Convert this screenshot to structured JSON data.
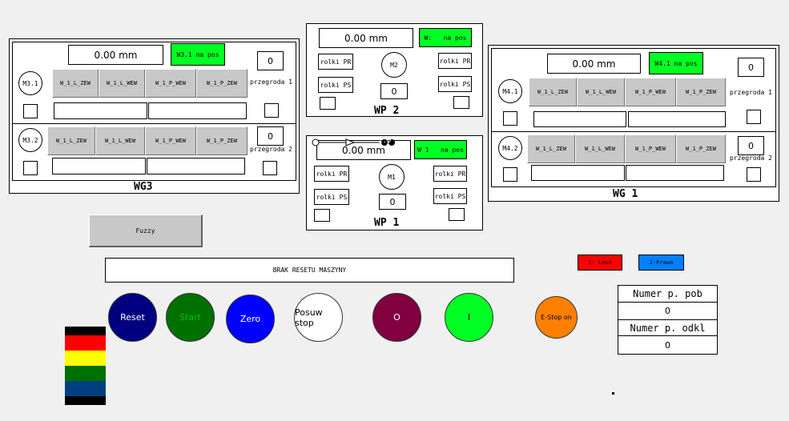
{
  "wg3": {
    "title": "WG3",
    "display": "0.00 mm",
    "status": "W3.1 na pos",
    "top_counter": "0",
    "rows": [
      {
        "motor": "M3.1",
        "buttons": [
          "W_1_L_ZEW",
          "W_1_L_WEW",
          "W_1_P_WEW",
          "W_1_P_ZEW"
        ],
        "label": "przegroda 1"
      },
      {
        "motor": "M3.2",
        "buttons": [
          "W_1_L_ZEW",
          "W_1_L_WEW",
          "W_1_P_WEW",
          "W_1_P_ZEW"
        ],
        "label": "przegroda 2",
        "counter": "0"
      }
    ]
  },
  "wp2": {
    "title": "WP 2",
    "display": "0.00 mm",
    "status": "W:   na pos",
    "motor": "M2",
    "rolki_pr_l": "rolki PR",
    "rolki_ps_l": "rolki PS",
    "rolki_pr_r": "rolki PR",
    "rolki_ps_r": "rolki PS",
    "counter": "0"
  },
  "wp1": {
    "title": "WP 1",
    "display": "0.00 mm",
    "status": "W 1   na pos",
    "overlay": "2.0",
    "motor": "M1",
    "rolki_pr_l": "rolki PR",
    "rolki_ps_l": "rolki PS",
    "rolki_pr_r": "rolki PR",
    "rolki_ps_r": "rolki PS",
    "counter": "0"
  },
  "wg1": {
    "title": "WG 1",
    "display": "0.00 mm",
    "status": "W4.1 na pos",
    "top_counter": "0",
    "rows": [
      {
        "motor": "M4.1",
        "buttons": [
          "W_1_L_ZEW",
          "W_1_L_WEW",
          "W_1_P_WEW",
          "W_1_P_ZEW"
        ],
        "label": "przegroda 1"
      },
      {
        "motor": "M4.2",
        "buttons": [
          "W_1_L_ZEW",
          "W_1_L_WEW",
          "W_1_P_WEW",
          "W_1_P_ZEW"
        ],
        "label": "przegroda 2",
        "counter": "0"
      }
    ]
  },
  "fuzzy_label": "Fuzzy",
  "message": "BRAK RESETU MASZYNY",
  "legend": {
    "left": "1- Lewa",
    "right": "2-Prawa",
    "left_color": "#ff0000",
    "right_color": "#0080ff"
  },
  "numer": {
    "pob_label": "Numer p. pob",
    "pob_value": "0",
    "odkl_label": "Numer p. odkl",
    "odkl_value": "0"
  },
  "controls": [
    {
      "label": "Reset",
      "color": "#000080",
      "text_color": "#ffffff"
    },
    {
      "label": "Start",
      "color": "#007000",
      "text_color": "#00c000"
    },
    {
      "label": "Zero",
      "color": "#0000ff",
      "text_color": "#ffffff"
    },
    {
      "label": "Posuw stop",
      "color": "#ffffff",
      "text_color": "#000000"
    },
    {
      "label": "O",
      "color": "#800040",
      "text_color": "#ffffff"
    },
    {
      "label": "I",
      "color": "#00ff22",
      "text_color": "#000000"
    },
    {
      "label": "E-Stop on",
      "color": "#ff8000",
      "text_color": "#000000"
    }
  ],
  "stack_colors": [
    "#000000",
    "#ff0000",
    "#ffff00",
    "#007000",
    "#004080",
    "#000000"
  ]
}
